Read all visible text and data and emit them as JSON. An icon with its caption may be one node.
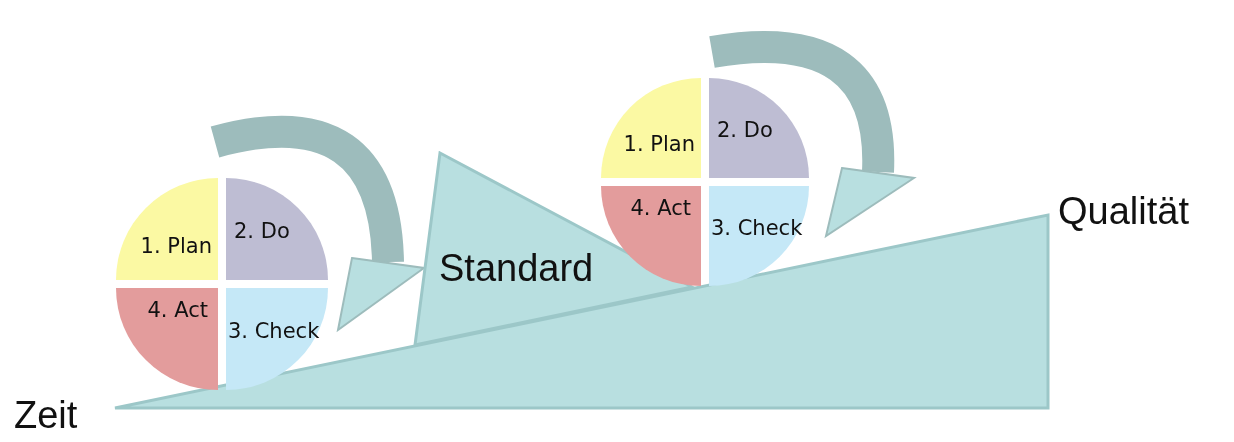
{
  "diagram": {
    "nodes": [
      {
        "text": [
          "1. Plan"
        ]
      },
      {
        "text": [
          "2. Do"
        ]
      },
      {
        "text": [
          "3. Check"
        ]
      },
      {
        "text": [
          "4. Act"
        ]
      },
      {
        "text": [
          "1. Plan"
        ]
      },
      {
        "text": [
          "2. Do"
        ]
      },
      {
        "text": [
          "3. Check"
        ]
      },
      {
        "text": [
          "4. Act"
        ]
      },
      {
        "text": [
          "Standard"
        ]
      }
    ],
    "edges": [],
    "labels": [
      "Qualität",
      "Zeit"
    ]
  }
}
